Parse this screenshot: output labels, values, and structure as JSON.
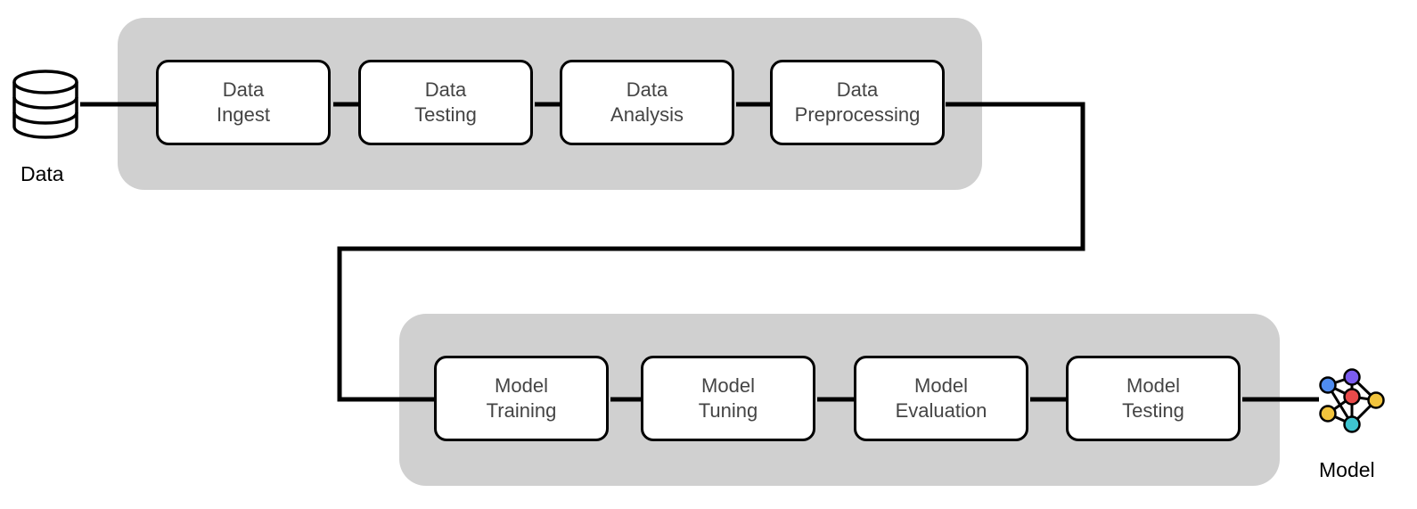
{
  "source": {
    "label": "Data",
    "icon": "database-icon"
  },
  "sink": {
    "label": "Model",
    "icon": "neural-network-icon",
    "node_colors": [
      "#4f8cf0",
      "#7b5cf0",
      "#e84a4a",
      "#f2c43d",
      "#f2c43d",
      "#3ec4d0",
      "#f2c43d"
    ]
  },
  "colors": {
    "group_fill": "#d0d0d0",
    "line": "#000000",
    "stage_text": "#444444"
  },
  "data_stages": [
    {
      "line1": "Data",
      "line2": "Ingest"
    },
    {
      "line1": "Data",
      "line2": "Testing"
    },
    {
      "line1": "Data",
      "line2": "Analysis"
    },
    {
      "line1": "Data",
      "line2": "Preprocessing"
    }
  ],
  "model_stages": [
    {
      "line1": "Model",
      "line2": "Training"
    },
    {
      "line1": "Model",
      "line2": "Tuning"
    },
    {
      "line1": "Model",
      "line2": "Evaluation"
    },
    {
      "line1": "Model",
      "line2": "Testing"
    }
  ]
}
